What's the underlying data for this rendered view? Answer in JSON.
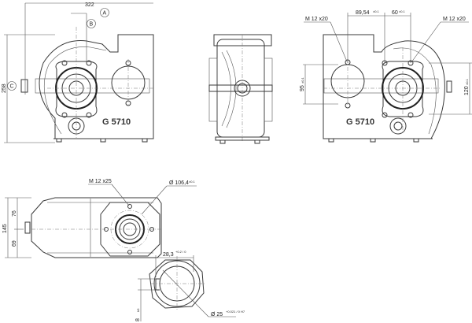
{
  "drawing": {
    "front_view": {
      "width_dim": "322",
      "height_dim": "258",
      "callouts": [
        "A",
        "B",
        "C"
      ],
      "casting_mark": "G 5710"
    },
    "rear_view": {
      "thread_left": "M 12 x20",
      "thread_right": "M 12 x20",
      "dim_spacing_a": "89,54",
      "dim_spacing_a_tol": "±0.1",
      "dim_spacing_b": "60",
      "dim_spacing_b_tol": "±0.1",
      "dim_height_left": "95",
      "dim_height_left_tol": "±0.1",
      "dim_height_right": "120",
      "dim_height_right_tol": "±0.1",
      "casting_mark": "G 5710"
    },
    "top_view": {
      "thread": "M 12 x25",
      "flange_diameter": "Ø 106,4",
      "flange_diameter_tol": "±0.1",
      "overall_dim": "145",
      "upper_dim": "76",
      "lower_dim": "69"
    },
    "bore_detail": {
      "keyway_depth": "28,3",
      "keyway_depth_tol": "+0.2 / 0",
      "key_width": "8",
      "key_width_tol": "h9",
      "bore_diameter": "Ø 25",
      "bore_diameter_tol": "+0.021 / 0 H7"
    }
  }
}
